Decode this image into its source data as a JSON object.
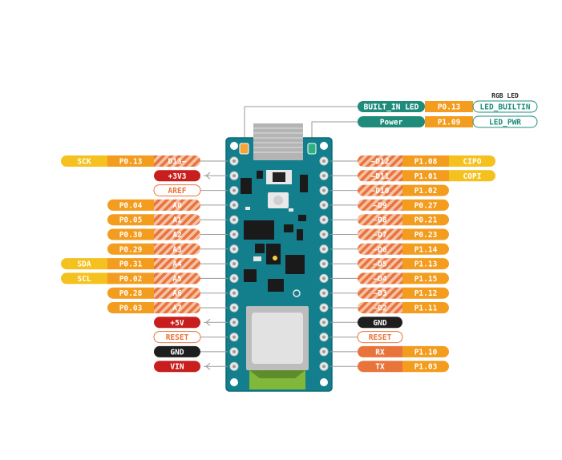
{
  "header": {
    "rgb_led_title": "RGB LED"
  },
  "leds": [
    {
      "name": "BUILT_IN LED",
      "port": "P0.13",
      "func": "LED_BUILTIN"
    },
    {
      "name": "Power",
      "port": "P1.09",
      "func": "LED_PWR"
    }
  ],
  "left_pins": [
    {
      "extra": "SCK",
      "port": "P0.13",
      "pin": "D13~",
      "kind": "digital"
    },
    {
      "extra": "",
      "port": "",
      "pin": "+3V3",
      "kind": "power"
    },
    {
      "extra": "",
      "port": "",
      "pin": "AREF",
      "kind": "outline"
    },
    {
      "extra": "",
      "port": "P0.04",
      "pin": "A0",
      "kind": "analog"
    },
    {
      "extra": "",
      "port": "P0.05",
      "pin": "A1",
      "kind": "analog"
    },
    {
      "extra": "",
      "port": "P0.30",
      "pin": "A2",
      "kind": "analog"
    },
    {
      "extra": "",
      "port": "P0.29",
      "pin": "A3",
      "kind": "analog"
    },
    {
      "extra": "SDA",
      "port": "P0.31",
      "pin": "A4",
      "kind": "analog"
    },
    {
      "extra": "SCL",
      "port": "P0.02",
      "pin": "A5",
      "kind": "analog"
    },
    {
      "extra": "",
      "port": "P0.28",
      "pin": "A6",
      "kind": "analog"
    },
    {
      "extra": "",
      "port": "P0.03",
      "pin": "A7",
      "kind": "analog"
    },
    {
      "extra": "",
      "port": "",
      "pin": "+5V",
      "kind": "power"
    },
    {
      "extra": "",
      "port": "",
      "pin": "RESET",
      "kind": "outline"
    },
    {
      "extra": "",
      "port": "",
      "pin": "GND",
      "kind": "gnd"
    },
    {
      "extra": "",
      "port": "",
      "pin": "VIN",
      "kind": "power"
    }
  ],
  "right_pins": [
    {
      "pin": "~D12",
      "port": "P1.08",
      "extra": "CIPO",
      "kind": "digital"
    },
    {
      "pin": "~D11",
      "port": "P1.01",
      "extra": "COPI",
      "kind": "digital"
    },
    {
      "pin": "~D10",
      "port": "P1.02",
      "extra": "",
      "kind": "digital"
    },
    {
      "pin": "~D9",
      "port": "P0.27",
      "extra": "",
      "kind": "digital"
    },
    {
      "pin": "~D8",
      "port": "P0.21",
      "extra": "",
      "kind": "digital"
    },
    {
      "pin": "~D7",
      "port": "P0.23",
      "extra": "",
      "kind": "digital"
    },
    {
      "pin": "~D6",
      "port": "P1.14",
      "extra": "",
      "kind": "digital"
    },
    {
      "pin": "~D5",
      "port": "P1.13",
      "extra": "",
      "kind": "digital"
    },
    {
      "pin": "~D4",
      "port": "P1.15",
      "extra": "",
      "kind": "digital"
    },
    {
      "pin": "~D3",
      "port": "P1.12",
      "extra": "",
      "kind": "digital"
    },
    {
      "pin": "~D2",
      "port": "P1.11",
      "extra": "",
      "kind": "digital"
    },
    {
      "pin": "GND",
      "port": "",
      "extra": "",
      "kind": "gnd"
    },
    {
      "pin": "RESET",
      "port": "",
      "extra": "",
      "kind": "outline"
    },
    {
      "pin": "RX",
      "port": "P1.10",
      "extra": "",
      "kind": "serial"
    },
    {
      "pin": "TX",
      "port": "P1.03",
      "extra": "",
      "kind": "serial"
    }
  ],
  "colors": {
    "board": "#137f8d",
    "board_edge": "#0e6a76",
    "port_orange": "#f39c1d",
    "extra_yellow": "#f4c11e",
    "power_red": "#c81e1e",
    "gnd_black": "#1e1e1e",
    "outline_orange": "#e8743b",
    "stripe_light": "#f5b89a",
    "stripe_dark": "#e8743b",
    "led_teal": "#1f8c7b",
    "leader_gray": "#9a9a9a"
  }
}
